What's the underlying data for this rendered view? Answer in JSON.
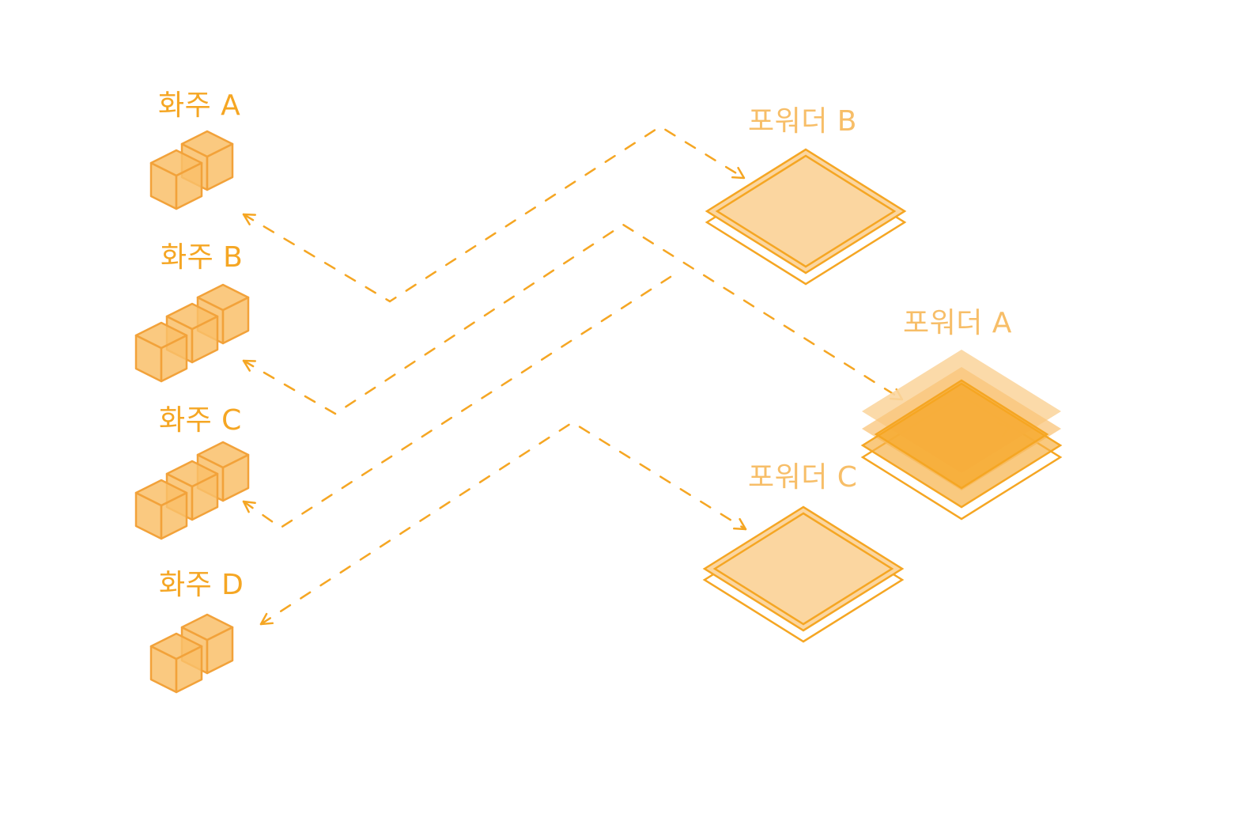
{
  "colors": {
    "shipper_label": "#F5A623",
    "forwarder_label": "#F7BE68",
    "cube_fill": "#F9C06A",
    "cube_stroke": "#F2A23A",
    "plate_fill": "#FBD6A0",
    "plate_stroke": "#F5A623",
    "arrow": "#F5A623"
  },
  "shippers": [
    {
      "label": "화주 A",
      "cubes": 2
    },
    {
      "label": "화주 B",
      "cubes": 3
    },
    {
      "label": "화주 C",
      "cubes": 3
    },
    {
      "label": "화주 D",
      "cubes": 2
    }
  ],
  "forwarders": [
    {
      "label": "포워더 B",
      "layers": 1
    },
    {
      "label": "포워더 A",
      "layers": 3
    },
    {
      "label": "포워더 C",
      "layers": 1
    }
  ],
  "flows": [
    {
      "from": "화주 A",
      "to": "포워더 B"
    },
    {
      "from": "화주 B",
      "to": "포워더 A"
    },
    {
      "from": "화주 C",
      "to": "포워더 A"
    },
    {
      "from": "화주 D",
      "to": "포워더 C"
    }
  ]
}
